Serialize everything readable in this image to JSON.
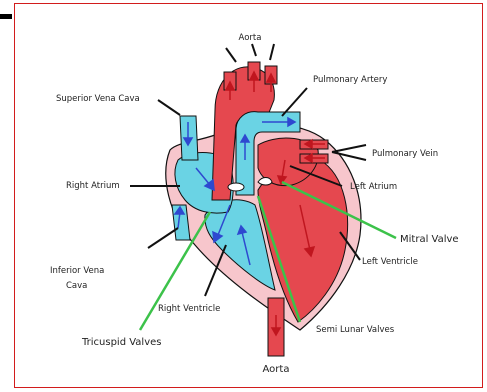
{
  "labels": {
    "aorta_top": "Aorta",
    "pulmonary_artery": "Pulmonary Artery",
    "superior_vena_cava": "Superior Vena Cava",
    "pulmonary_vein": "Pulmonary Vein",
    "right_atrium": "Right Atrium",
    "left_atrium": "Left Atrium",
    "mitral_valve": "Mitral Valve",
    "left_ventricle": "Left Ventricle",
    "inferior_vena_cava_1": "Inferior Vena",
    "inferior_vena_cava_2": "Cava",
    "right_ventricle": "Right Ventricle",
    "semi_lunar_valves": "Semi Lunar Valves",
    "tricuspid_valves": "Tricuspid Valves",
    "aorta_bottom": "Aorta"
  },
  "colors": {
    "oxygenated_red": "#e5484f",
    "deoxygenated_blue": "#6ad3e4",
    "pericardium_pink": "#f7c6cc",
    "arrow_blue": "#2e49d0",
    "arrow_red": "#c0161f",
    "label_line_black": "#111111",
    "label_line_green": "#3cc24a",
    "frame_border": "#d21c1c"
  }
}
